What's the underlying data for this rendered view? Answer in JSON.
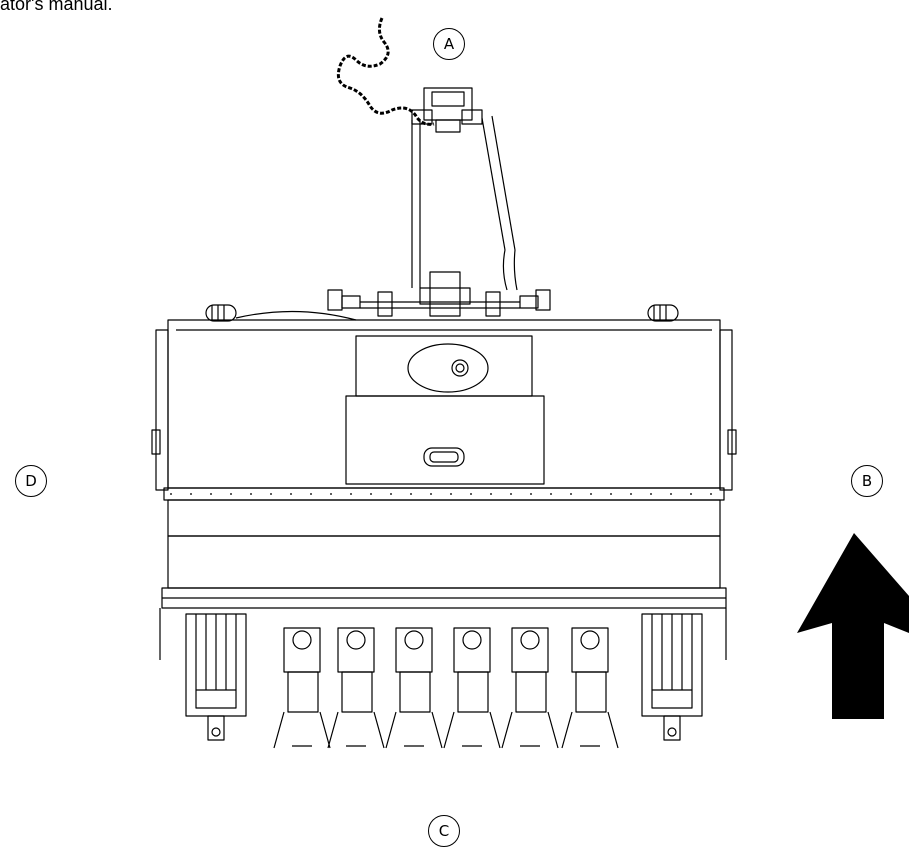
{
  "caption": "ator's manual.",
  "callouts": {
    "a": "A",
    "b": "B",
    "c": "C",
    "d": "D"
  },
  "colors": {
    "line": "#000000",
    "background": "#ffffff",
    "arrow": "#000000"
  }
}
